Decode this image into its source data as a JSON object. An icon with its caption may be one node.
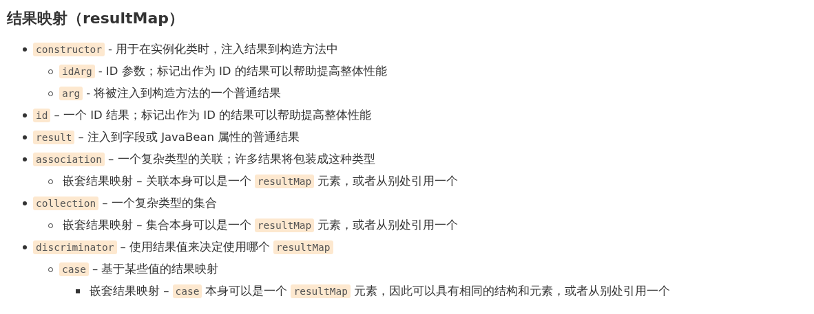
{
  "diagram": {
    "title": "结果映射（resultMap）",
    "labels": [
      "constructor",
      "- 用于在实例化类时，注入结果到构造方法中",
      "idArg",
      "- ID 参数；标记出作为 ID 的结果可以帮助提高整体性能",
      "arg",
      "- 将被注入到构造方法的一个普通结果",
      "id",
      "– 一个 ID 结果；标记出作为 ID 的结果可以帮助提高整体性能",
      "result",
      "– 注入到字段或 JavaBean 属性的普通结果",
      "association",
      "– 一个复杂类型的关联；许多结果将包装成这种类型",
      "嵌套结果映射 – 关联本身可以是一个",
      "resultMap",
      "元素，或者从别处引用一个",
      "collection",
      "– 一个复杂类型的集合",
      "嵌套结果映射 – 集合本身可以是一个",
      "resultMap",
      "元素，或者从别处引用一个",
      "discriminator",
      "– 使用结果值来决定使用哪个",
      "resultMap",
      "case",
      "– 基于某些值的结果映射",
      "嵌套结果映射 –",
      "case",
      "本身可以是一个",
      "resultMap",
      "元素，因此可以具有相同的结构和元素，或者从别处引用一个"
    ]
  }
}
